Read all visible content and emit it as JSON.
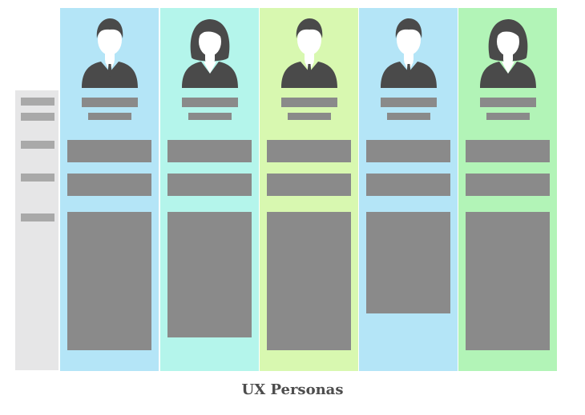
{
  "caption": "UX Personas",
  "colors": {
    "label_column": "#e6e6e7",
    "placeholder": "#8a8a8a",
    "silhouette": "#4a4a4a"
  },
  "personas": [
    {
      "bg": "#b4e5f7",
      "gender": "male",
      "notes_fill": 0.95
    },
    {
      "bg": "#b4f5eb",
      "gender": "female",
      "notes_fill": 0.86
    },
    {
      "bg": "#d8f8b0",
      "gender": "male",
      "notes_fill": 0.95
    },
    {
      "bg": "#b4e5f7",
      "gender": "male",
      "notes_fill": 0.7
    },
    {
      "bg": "#b2f4b7",
      "gender": "female",
      "notes_fill": 0.95
    }
  ]
}
